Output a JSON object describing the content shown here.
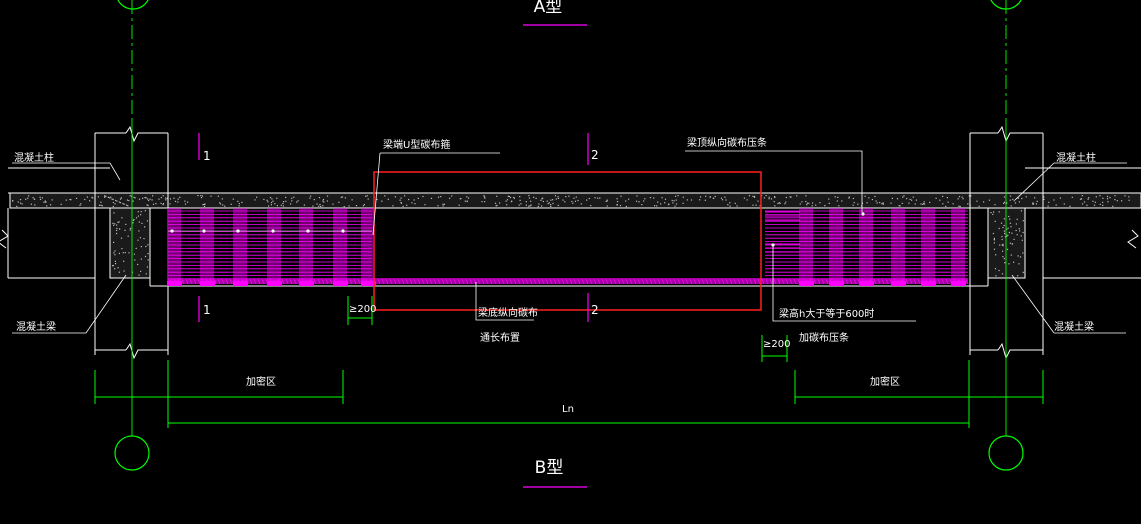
{
  "titles": {
    "top": "A型",
    "bottom": "B型"
  },
  "labels": {
    "column_left": "混凝土柱",
    "column_right": "混凝土柱",
    "beam_left": "混凝土梁",
    "beam_right": "混凝土梁",
    "u_wrap": "梁端U型碳布箍",
    "top_longitudinal": "梁顶纵向碳布压条",
    "bottom_cloth": "梁底纵向碳布",
    "full_length": "通长布置",
    "height_condition": "梁高h大于等于600时",
    "add_strip": "加碳布压条",
    "zone_left": "加密区",
    "zone_right": "加密区"
  },
  "section_marks": {
    "s1_top": "1",
    "s1_bottom": "1",
    "s2_top": "2",
    "s2_bottom": "2"
  },
  "dimensions": {
    "min_left": "≥200",
    "min_right": "≥200",
    "span": "Ln"
  },
  "colors": {
    "background": "#000000",
    "structure": "#ffffff",
    "cfrp": "#ff00ff",
    "dimension": "#00ff00",
    "highlight": "#ff2020",
    "title_underline": "#ff00ff"
  }
}
